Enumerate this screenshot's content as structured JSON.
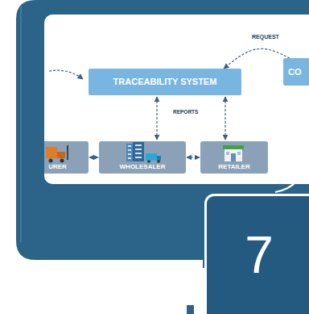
{
  "diagram": {
    "nodes": [
      {
        "text": [
          "TRACEABILITY SYSTEM"
        ]
      },
      {
        "text": [
          "CO"
        ]
      },
      {
        "text": [
          "URER"
        ]
      },
      {
        "text": [
          "WHOLESALER"
        ]
      },
      {
        "text": [
          "RETAILER"
        ]
      },
      {
        "text": [
          "7"
        ]
      }
    ],
    "edges": [
      {
        "from": 1,
        "to": 0,
        "arrow": "to",
        "label": "REQUEST"
      },
      {
        "from": 0,
        "to": 3,
        "arrow": "both"
      },
      {
        "from": 0,
        "to": 4,
        "arrow": "both"
      },
      {
        "from": 2,
        "to": 3,
        "arrow": "both"
      },
      {
        "from": 3,
        "to": 4,
        "arrow": "both"
      }
    ],
    "labels": [
      "REPORTS"
    ]
  }
}
